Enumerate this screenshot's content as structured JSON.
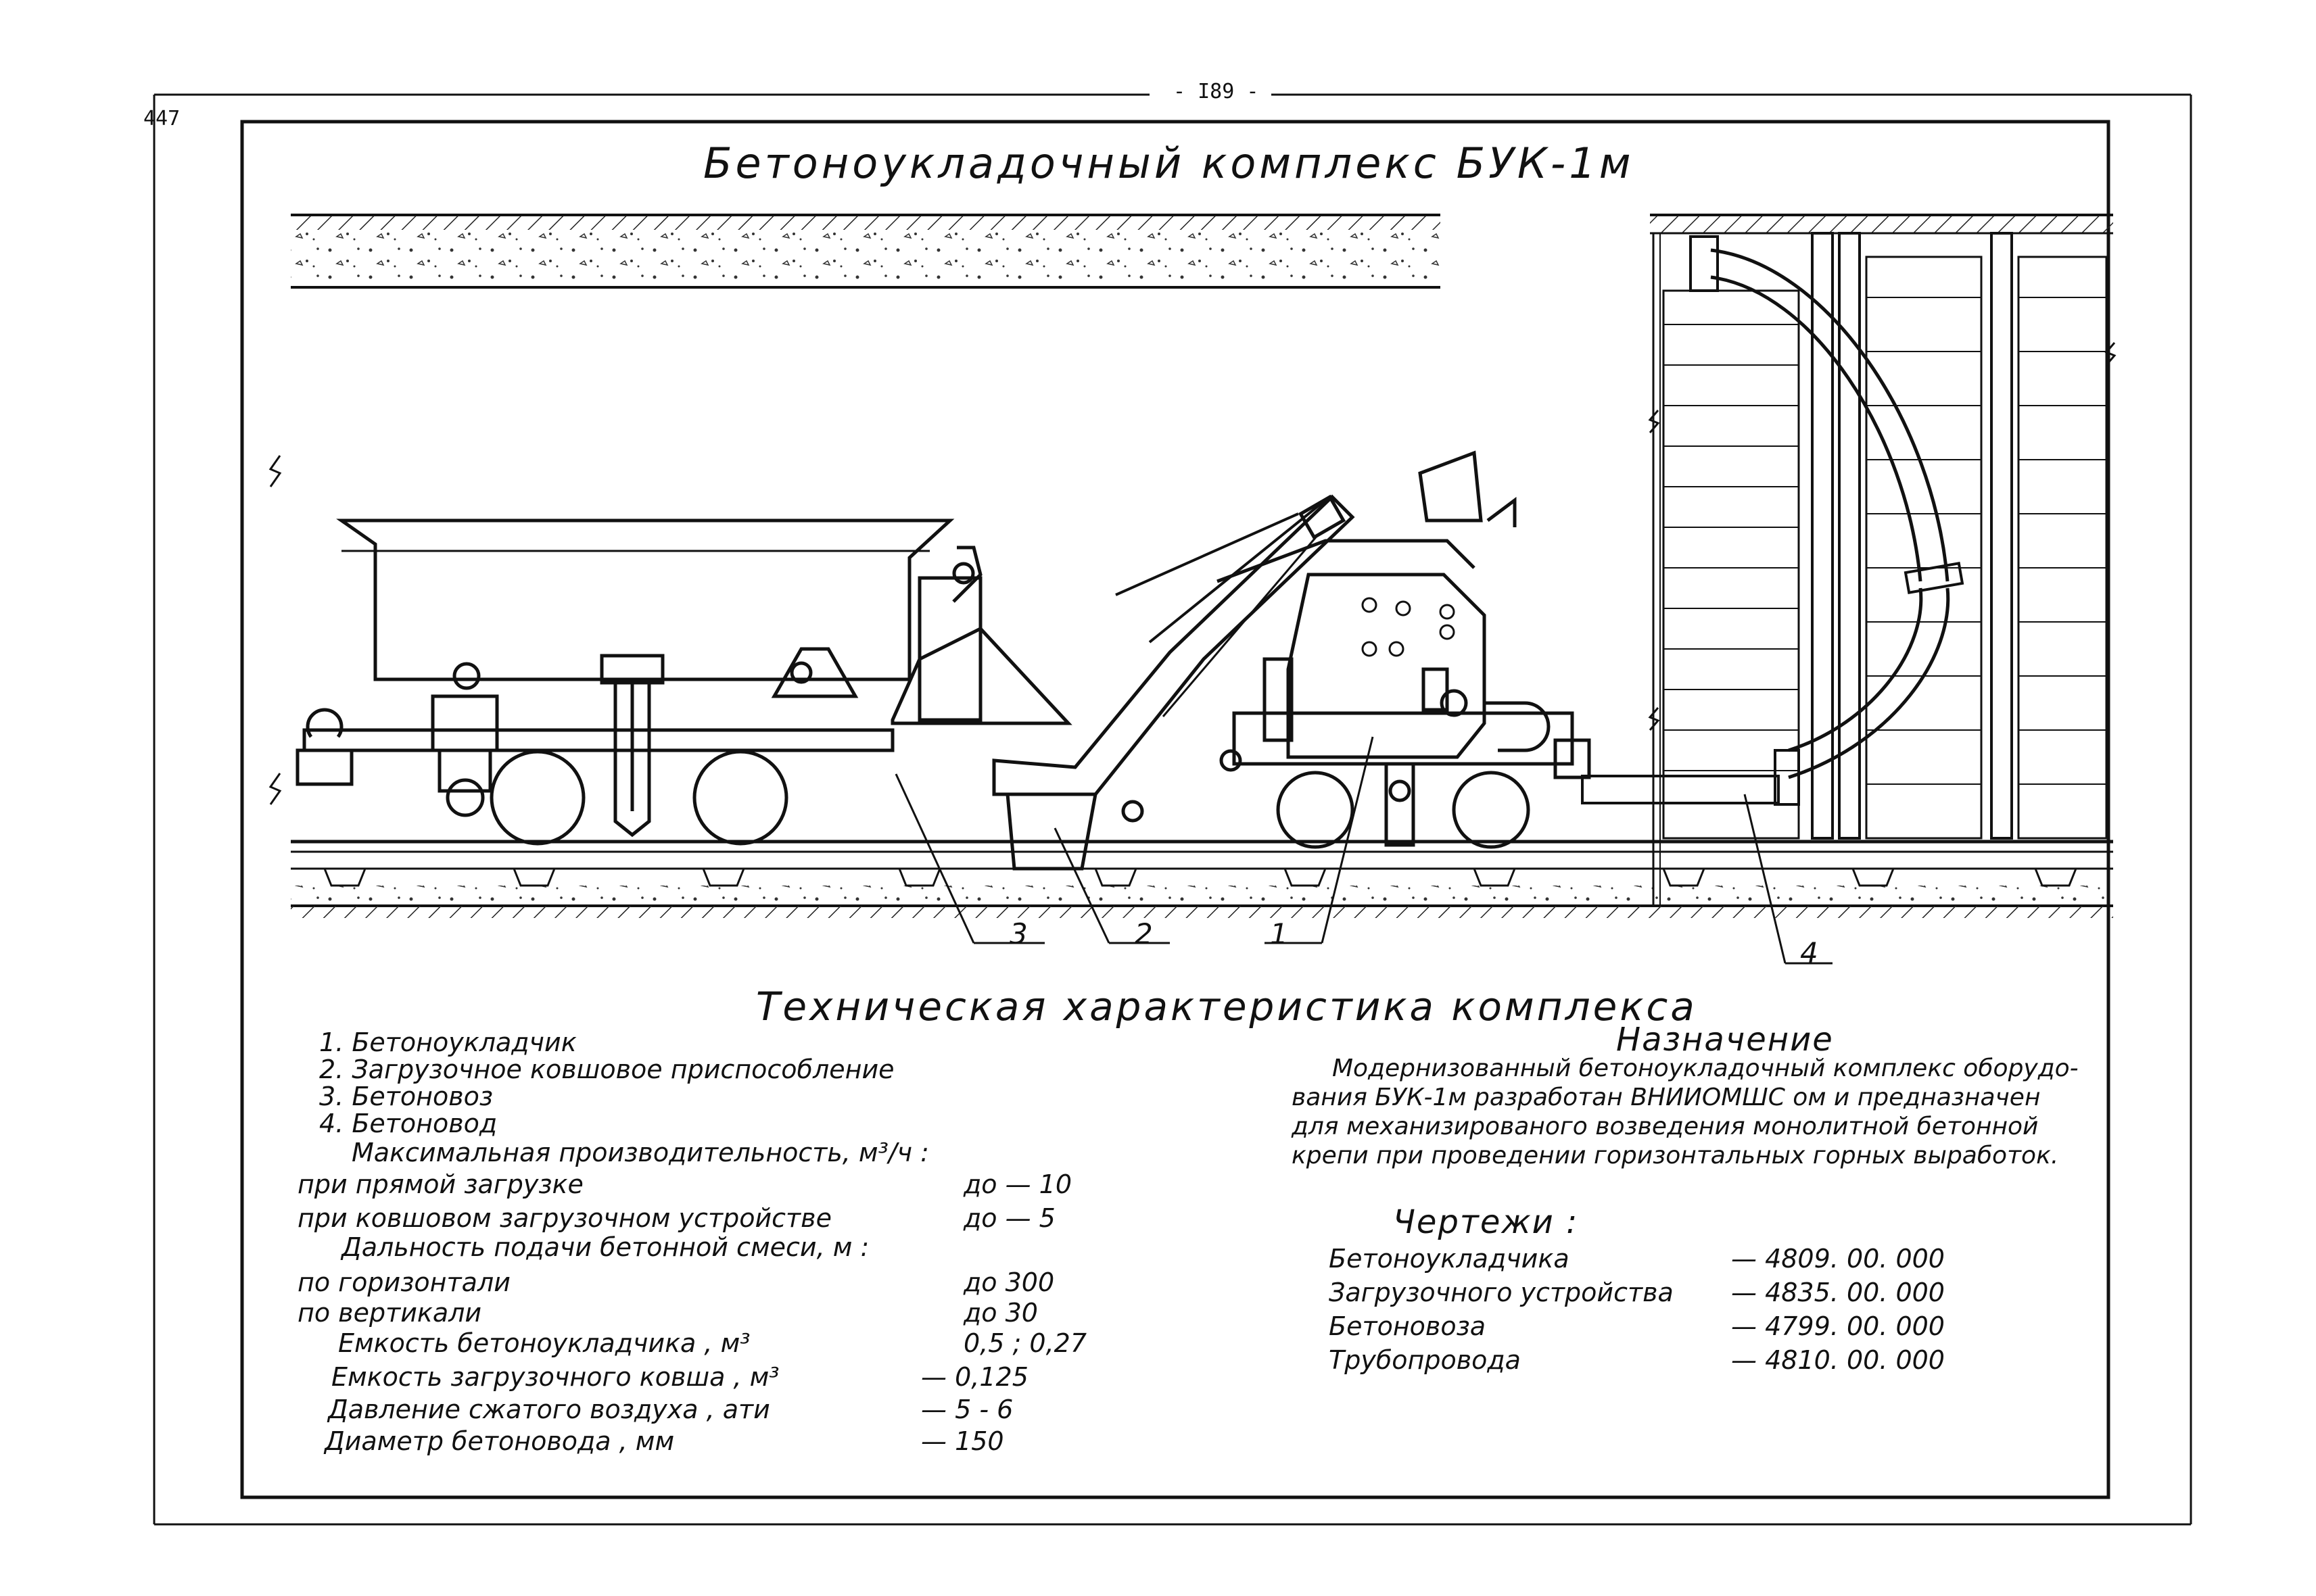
{
  "header": {
    "page_number": "- I89 -",
    "sheet_number": "447"
  },
  "title": "Бетоноукладочный комплекс БУК-1м",
  "callouts": [
    "3",
    "2",
    "1",
    "4"
  ],
  "spec_title": "Техническая характеристика комплекса",
  "components": [
    "1. Бетоноукладчик",
    "2. Загрузочное ковшовое приспособление",
    "3. Бетоновоз",
    "4. Бетоновод"
  ],
  "specs": {
    "productivity_heading": "Максимальная производительность, м³/ч :",
    "direct_label": "при прямой загрузке",
    "direct_value": "до — 10",
    "bucket_label": "при ковшовом загрузочном устройстве",
    "bucket_value": "до — 5",
    "distance_heading": "Дальность подачи бетонной смеси, м :",
    "horizontal_label": "по горизонтали",
    "horizontal_value": "до 300",
    "vertical_label": "по вертикали",
    "vertical_value": "до 30",
    "capacity_label": "Емкость бетоноукладчика , м³",
    "capacity_value": "0,5 ; 0,27",
    "bucket_capacity_label": "Емкость загрузочного ковша , м³",
    "bucket_capacity_value": "— 0,125",
    "pressure_label": "Давление сжатого воздуха , ати",
    "pressure_value": "— 5 - 6",
    "diameter_label": "Диаметр бетоновода , мм",
    "diameter_value": "— 150"
  },
  "purpose": {
    "heading": "Назначение",
    "lines": [
      "Модернизованный бетоноукладочный комплекс оборудо-",
      "вания БУК-1м разработан ВНИИОМШС ом и предназначен",
      "для механизированого возведения монолитной бетонной",
      "крепи при проведении горизонтальных горных выработок."
    ]
  },
  "drawings": {
    "heading": "Чертежи :",
    "items": [
      {
        "name": "Бетоноукладчика",
        "number": "— 4809. 00. 000"
      },
      {
        "name": "Загрузочного устройства",
        "number": "— 4835. 00. 000"
      },
      {
        "name": "Бетоновоза",
        "number": "— 4799. 00. 000"
      },
      {
        "name": "Трубопровода",
        "number": "— 4810. 00. 000"
      }
    ]
  }
}
